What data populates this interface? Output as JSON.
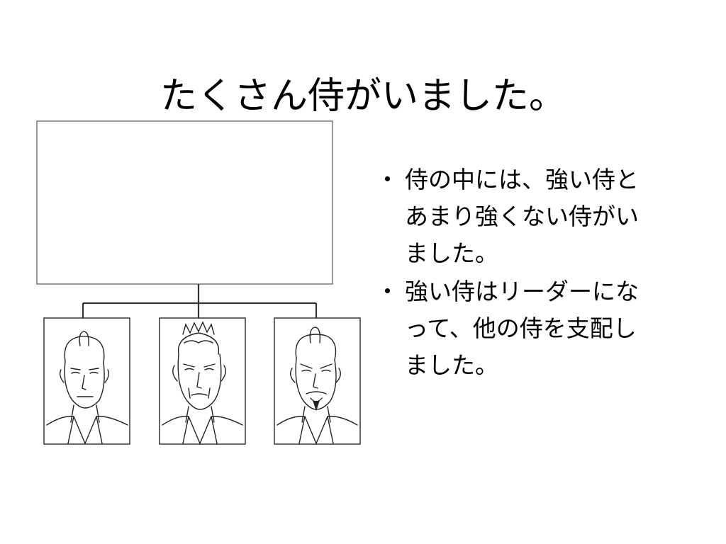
{
  "slide": {
    "title": "たくさん侍がいました。"
  },
  "diagram": {
    "top_box_text": "",
    "portraits": [
      {
        "name": "samurai-1",
        "expression": "calm"
      },
      {
        "name": "samurai-2",
        "expression": "stern"
      },
      {
        "name": "samurai-3",
        "expression": "bearded"
      }
    ],
    "line_color": "#333333"
  },
  "bullets": {
    "marker": "・",
    "items": [
      {
        "text": "侍の中には、強い侍とあまり強くない侍がいました。"
      },
      {
        "text": "強い侍はリーダーになって、他の侍を支配しました。"
      }
    ]
  }
}
